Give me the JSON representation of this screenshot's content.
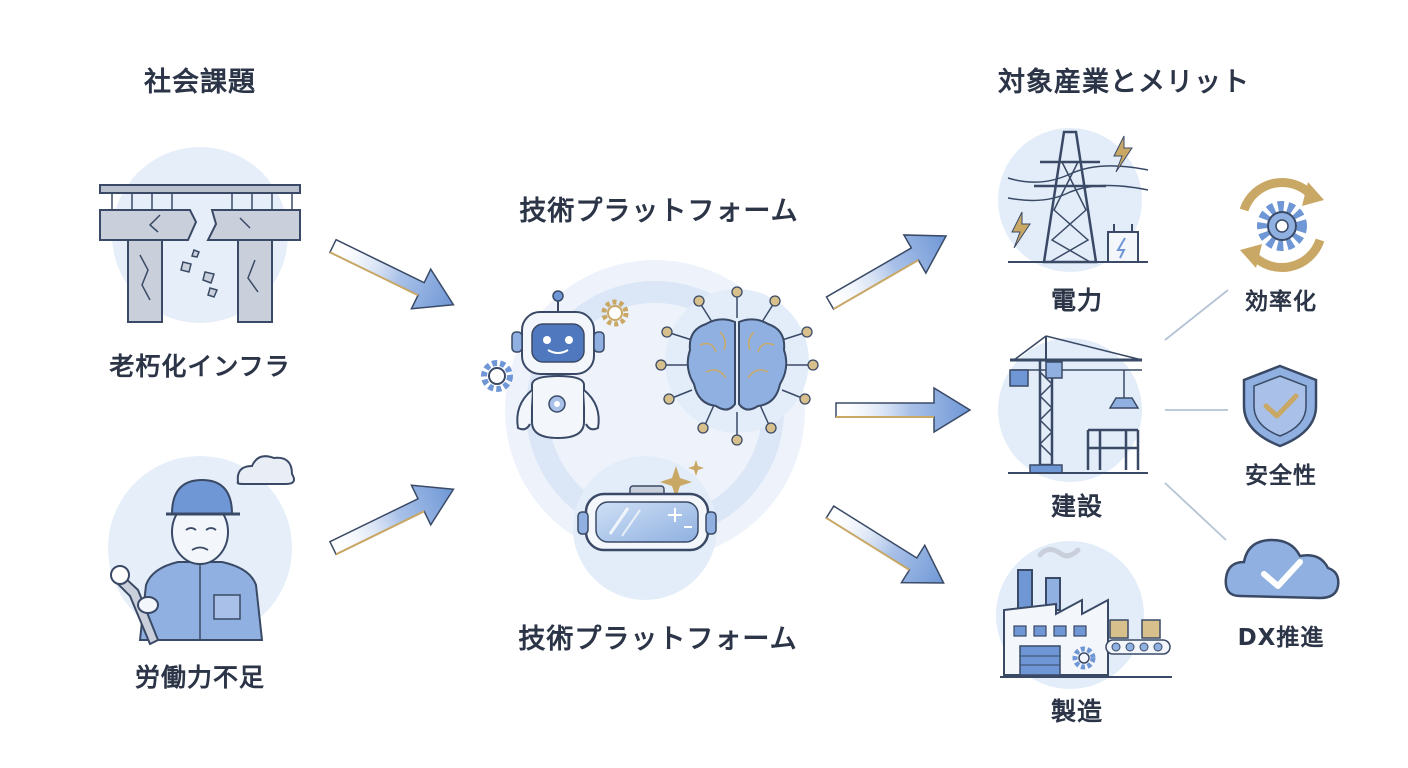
{
  "headings": {
    "social_issues": "社会課題",
    "target_industries": "対象産業とメリット",
    "platform_top": "技術プラットフォーム",
    "platform_bottom": "技術プラットフォーム"
  },
  "issues": [
    {
      "label": "老朽化インフラ",
      "icon": "damaged-bridge-icon"
    },
    {
      "label": "労働力不足",
      "icon": "tired-worker-icon"
    }
  ],
  "platform": {
    "components": [
      {
        "icon": "robot-icon"
      },
      {
        "icon": "ai-brain-icon"
      },
      {
        "icon": "vr-goggles-icon"
      }
    ]
  },
  "industries": [
    {
      "label": "電力",
      "icon": "power-tower-icon"
    },
    {
      "label": "建設",
      "icon": "crane-icon"
    },
    {
      "label": "製造",
      "icon": "factory-icon"
    }
  ],
  "benefits": [
    {
      "label": "効率化",
      "icon": "cycle-gear-icon"
    },
    {
      "label": "安全性",
      "icon": "shield-check-icon"
    },
    {
      "label": "DX推進",
      "icon": "cloud-check-icon"
    }
  ],
  "colors": {
    "accent_blue": "#6f97d6",
    "light_blue": "#e3edf9",
    "gold": "#c9a866",
    "navy": "#3a4a66"
  }
}
